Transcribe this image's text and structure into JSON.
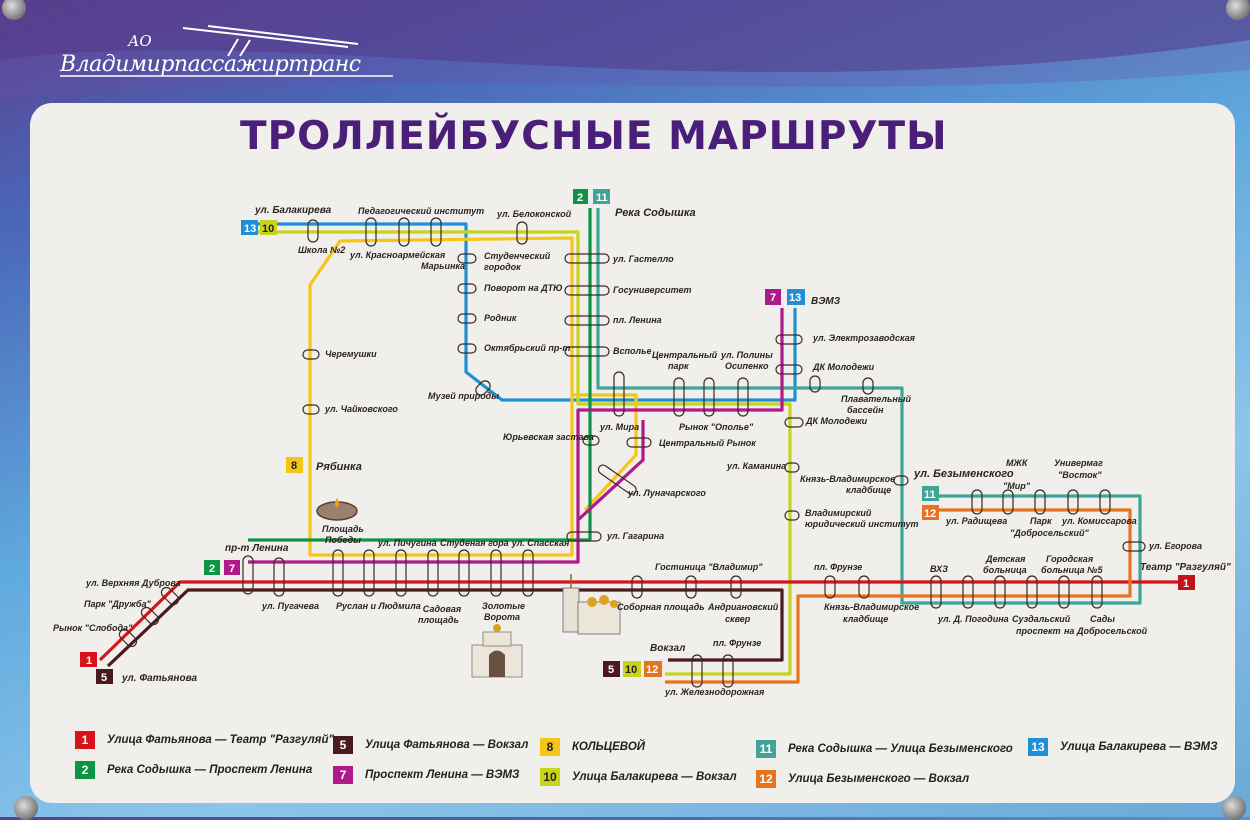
{
  "header": {
    "company_prefix": "АО",
    "company_name": "Владимирпассажиртранс",
    "title": "ТРОЛЛЕЙБУСНЫЕ МАРШРУТЫ"
  },
  "route_colors": {
    "1": "#d7141a",
    "2": "#0e9444",
    "5": "#4a1a1c",
    "7": "#b0198a",
    "8": "#f5c518",
    "10": "#c8d41a",
    "11": "#3ea598",
    "12": "#e8731e",
    "13": "#1f8fd6"
  },
  "terminals": {
    "balakireva": {
      "name": "ул. Балакирева",
      "routes": [
        "13",
        "10"
      ]
    },
    "reka_sodyshka": {
      "name": "Река Содышка",
      "routes": [
        "2",
        "11"
      ]
    },
    "vzmz": {
      "name": "ВЭМЗ",
      "routes": [
        "7",
        "13"
      ]
    },
    "pr_lenina": {
      "name": "пр-т Ленина",
      "routes": [
        "2",
        "7"
      ]
    },
    "fatyanova": {
      "name": "ул. Фатьянова",
      "routes": [
        "1",
        "5"
      ]
    },
    "vokzal": {
      "name": "Вокзал",
      "routes": [
        "5",
        "10",
        "12"
      ]
    },
    "bezymenskogo": {
      "name": "ул. Безыменского",
      "routes": [
        "11",
        "12"
      ]
    },
    "teatr": {
      "name": "Театр \"Разгуляй\"",
      "routes": [
        "1"
      ]
    },
    "ryabinka": {
      "name": "Рябинка",
      "routes": [
        "8"
      ]
    }
  },
  "stops": {
    "ped_institut": "Педагогический институт",
    "shkola2": "Школа №2",
    "krasnoarmeyskaya": "ул. Красноармейская",
    "marinka": "Марьинка",
    "belokonskoy": "ул. Белоконской",
    "stud_gorodok_1": "Студенческий",
    "stud_gorodok_2": "городок",
    "povorot_dtyu": "Поворот на ДТЮ",
    "rodnik": "Родник",
    "oktyabrsky": "Октябрьский пр-т",
    "muzey_prirody": "Музей природы",
    "gastello": "ул. Гастелло",
    "gosuniversitet": "Госуниверситет",
    "pl_lenina": "пл. Ленина",
    "vspolye": "Всполье",
    "cheremushki": "Черемушки",
    "chaykovskogo": "ул. Чайковского",
    "tsentr_park_1": "Центральный",
    "tsentr_park_2": "парк",
    "osipenko_1": "ул. Полины",
    "osipenko_2": "Осипенко",
    "rynok_opolye": "Рынок \"Ополье\"",
    "elektrozavodskaya": "ул. Электрозаводская",
    "dk_molodezhi_1": "ДК Молодежи",
    "dk_molodezhi_2": "ДК Молодежи",
    "plav_basseyn_1": "Плавательный",
    "plav_basseyn_2": "бассейн",
    "yuryevskaya": "Юрьевская застава",
    "ul_mira": "ул. Мира",
    "tsentr_rynok": "Центральный Рынок",
    "lunacharskogo": "ул. Луначарского",
    "gagarina": "ул. Гагарина",
    "kamanina": "ул. Каманина",
    "knyaz_vlad_1": "Князь-Владимирское",
    "knyaz_vlad_2": "кладбище",
    "yur_inst_1": "Владимирский",
    "yur_inst_2": "юридический институт",
    "pl_pobedy_1": "Площадь",
    "pl_pobedy_2": "Победы",
    "pichugina": "ул. Пичугина",
    "studenaya_gora": "Студеная гора",
    "spasskaya": "ул. Спасская",
    "pugacheva": "ул. Пугачева",
    "ruslan": "Руслан и Людмила",
    "sadovaya_1": "Садовая",
    "sadovaya_2": "площадь",
    "zolotye_1": "Золотые",
    "zolotye_2": "Ворота",
    "verkh_dubrova": "ул. Верхняя Дуброва",
    "park_druzhba": "Парк \"Дружба\"",
    "rynok_sloboda": "Рынок \"Слобода\"",
    "gostinitsa": "Гостиница \"Владимир\"",
    "sobornaya": "Соборная площадь",
    "andrianovsky_1": "Андриановский",
    "andrianovsky_2": "сквер",
    "pl_frunze_1": "пл. Фрунзе",
    "pl_frunze_2": "пл. Фрунзе",
    "knyaz_vlad_b1": "Князь-Владимирское",
    "knyaz_vlad_b2": "кладбище",
    "zheleznodorozhnaya": "ул. Железнодорожная",
    "mzhk_1": "МЖК",
    "mzhk_2": "\"Мир\"",
    "univermag_1": "Универмаг",
    "univermag_2": "\"Восток\"",
    "radishcheva": "ул. Радищева",
    "park_dobr_1": "Парк",
    "park_dobr_2": "\"Добросельский\"",
    "komissarova": "ул. Комиссарова",
    "egorova": "ул. Егорова",
    "vkhz": "ВХЗ",
    "detskaya_1": "Детская",
    "detskaya_2": "больница",
    "gorodskaya_1": "Городская",
    "gorodskaya_2": "больница №5",
    "pogodina": "ул. Д. Погодина",
    "suzdalsky_1": "Суздальский",
    "suzdalsky_2": "проспект",
    "sady_1": "Сады",
    "sady_2": "на Добросельской"
  },
  "legend": [
    {
      "num": "1",
      "text": "Улица Фатьянова — Театр \"Разгуляй\"",
      "color": "#d7141a"
    },
    {
      "num": "2",
      "text": "Река Содышка — Проспект Ленина",
      "color": "#0e9444"
    },
    {
      "num": "5",
      "text": "Улица Фатьянова — Вокзал",
      "color": "#4a1a1c"
    },
    {
      "num": "7",
      "text": "Проспект Ленина — ВЭМЗ",
      "color": "#b0198a"
    },
    {
      "num": "8",
      "text": "КОЛЬЦЕВОЙ",
      "color": "#f5c518"
    },
    {
      "num": "10",
      "text": "Улица Балакирева — Вокзал",
      "color": "#c8d41a"
    },
    {
      "num": "11",
      "text": "Река Содышка — Улица Безыменского",
      "color": "#3ea598"
    },
    {
      "num": "12",
      "text": "Улица Безыменского — Вокзал",
      "color": "#e8731e"
    },
    {
      "num": "13",
      "text": "Улица Балакирева — ВЭМЗ",
      "color": "#1f8fd6"
    }
  ]
}
